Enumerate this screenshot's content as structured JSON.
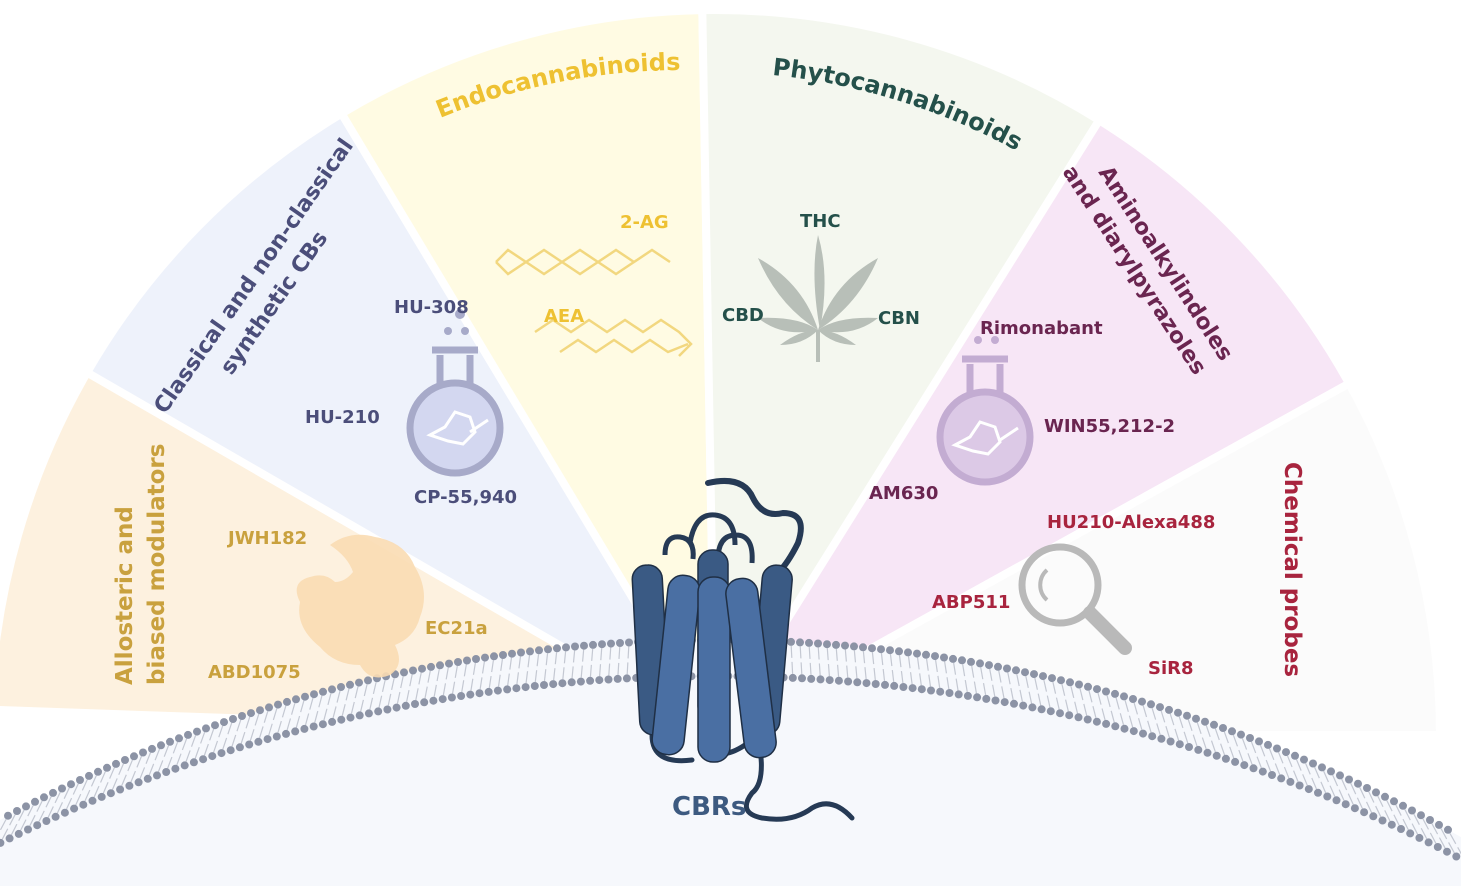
{
  "receptor": {
    "label": "CBRs",
    "color": "#3d5a80",
    "dark": "#2e4766",
    "line": "#1f2f45"
  },
  "membrane": {
    "head_color": "#8c93a5",
    "tail_color": "#c4c8d2"
  },
  "sectors": [
    {
      "id": "allosteric",
      "title_lines": [
        "Allosteric  and",
        "biased modulators"
      ],
      "fill": "#fdf1df",
      "text_color": "#c9a13e",
      "icon": "protein-blob-icon",
      "compounds": [
        "JWH182",
        "EC21a",
        "ABD1075"
      ]
    },
    {
      "id": "classical",
      "title_lines": [
        "Classical and non-classical",
        "synthetic CBs"
      ],
      "fill": "#eef2fb",
      "text_color": "#4b4e7a",
      "icon": "flask-icon",
      "compounds": [
        "HU-308",
        "HU-210",
        "CP-55,940"
      ]
    },
    {
      "id": "endocannabinoids",
      "title_lines": [
        "Endocannabinoids"
      ],
      "fill": "#fffbe3",
      "text_color": "#eec132",
      "icon": "lipid-chain-icon",
      "compounds": [
        "2-AG",
        "AEA"
      ]
    },
    {
      "id": "phytocannabinoids",
      "title_lines": [
        "Phytocannabinoids"
      ],
      "fill": "#f4f7ef",
      "text_color": "#24504a",
      "icon": "cannabis-leaf-icon",
      "compounds": [
        "THC",
        "CBD",
        "CBN"
      ]
    },
    {
      "id": "aminoalkylindoles",
      "title_lines": [
        "Aminoalkylindoles",
        "and diarylpyrazoles"
      ],
      "fill": "#f7e6f6",
      "text_color": "#6a2550",
      "icon": "flask-icon",
      "compounds": [
        "Rimonabant",
        "WIN55,212-2",
        "AM630"
      ]
    },
    {
      "id": "chemical-probes",
      "title_lines": [
        "Chemical probes"
      ],
      "fill": "#fbfbfb",
      "text_color": "#a8243e",
      "icon": "magnifier-icon",
      "compounds": [
        "HU210-Alexa488",
        "ABP511",
        "SiR8"
      ]
    }
  ]
}
